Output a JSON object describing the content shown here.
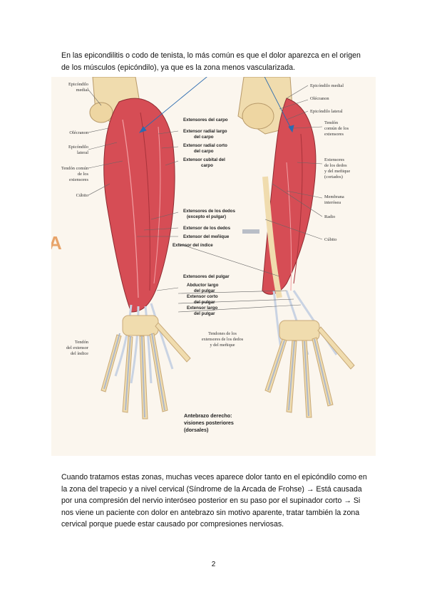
{
  "paragraph_top": "En las epicondilitis o codo de tenista, lo más común es que el dolor aparezca en el origen de los músculos (epicóndilo), ya que es la zona menos vascularizada.",
  "figure": {
    "panel_letter": "A",
    "left_labels": {
      "epicondilo_medial": [
        "Epicóndilo",
        "medial"
      ],
      "olecranon": "Olécranon",
      "epicondilo_lateral": [
        "Epicóndilo",
        "lateral"
      ],
      "tendon_comun": [
        "Tendón común",
        "de los",
        "extensores"
      ],
      "cubito": "Cúbito",
      "tendon_indice": [
        "Tendón",
        "del extensor",
        "del índice"
      ]
    },
    "center_labels": {
      "extensores_carpo": "Extensores del carpo",
      "radial_largo": [
        "Extensor radial largo",
        "del carpo"
      ],
      "radial_corto": [
        "Extensor radial corto",
        "del carpo"
      ],
      "cubital": [
        "Extensor cubital del",
        "carpo"
      ],
      "extensores_dedos": [
        "Extensores de los dedos",
        "(excepto el pulgar)"
      ],
      "extensor_dedos": "Extensor de los dedos",
      "extensor_menique": "Extensor del meñique",
      "extensor_indice": "Extensor del índice",
      "extensores_pulgar": "Extensores del pulgar",
      "abductor_largo": [
        "Abductor largo",
        "del pulgar"
      ],
      "extensor_corto": [
        "Extensor corto",
        "del pulgar"
      ],
      "extensor_largo": [
        "Extensor largo",
        "del pulgar"
      ],
      "tendones_extensores": [
        "Tendones de los",
        "extensores de los dedos",
        "y del meñique"
      ]
    },
    "right_labels": {
      "epicondilo_medial": "Epicóndilo medial",
      "olecranon": "Olécranon",
      "epicondilo_lateral": "Epicóndilo lateral",
      "tendon_comun": [
        "Tendón",
        "común de los",
        "extensores"
      ],
      "extensores_cortados": [
        "Extensores",
        "de los dedos",
        "y del meñique",
        "(cortados)"
      ],
      "membrana": [
        "Membrana",
        "interósea"
      ],
      "radio": "Radio",
      "cubito": "Cúbito"
    },
    "caption": [
      "Antebrazo derecho:",
      "visiones posteriores",
      "(dorsales)"
    ]
  },
  "paragraph_bottom": "Cuando tratamos estas zonas, muchas veces aparece dolor tanto en el epicóndilo como en la zona del trapecio y a nivel cervical (Síndrome de la Arcada de Frohse) → Está causada por una compresión del nervio interóseo posterior en su paso por el supinador corto → Si nos viene un paciente con dolor en antebrazo sin motivo aparente, tratar también la zona cervical porque puede estar causado por compresiones nerviosas.",
  "page_number": "2",
  "colors": {
    "muscle": "#d64d55",
    "bone": "#f0dcae",
    "tendon": "#c9d3e3",
    "panel_letter": "#e8a46a"
  }
}
